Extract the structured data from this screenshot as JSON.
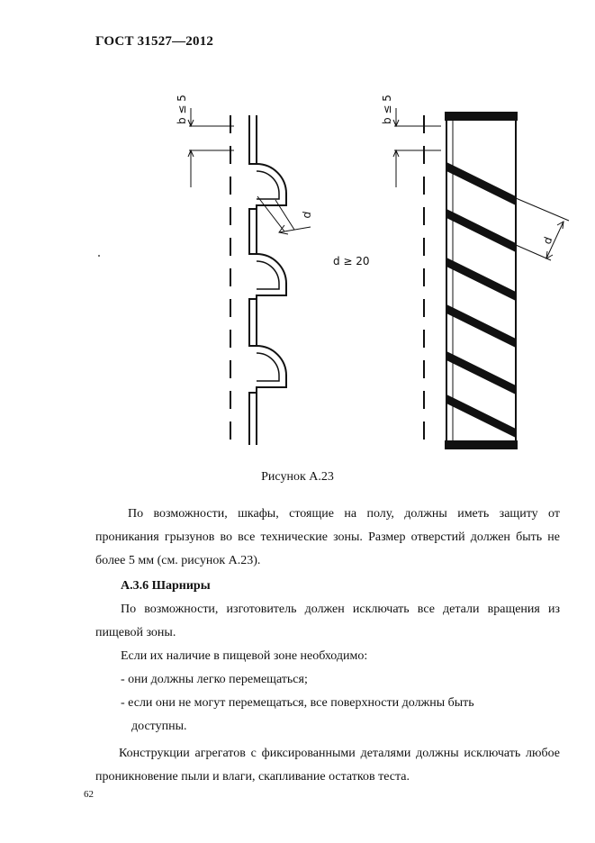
{
  "header": {
    "title": "ГОСТ 31527—2012"
  },
  "figure": {
    "label_b_left": "b ≤ 5",
    "label_b_right": "b ≤ 5",
    "label_d_left": "d",
    "label_d_mid": "d ≥ 20",
    "label_d_right": "d"
  },
  "caption": "Рисунок А.23",
  "body": {
    "p1": "По возможности, шкафы, стоящие на полу, должны иметь защиту от проникания грызунов во все технические зоны. Размер отверстий должен быть не более 5 мм (см. рисунок А.23).",
    "heading": "А.3.6 Шарниры",
    "p2": "По возможности, изготовитель должен исключать все детали вращения из пищевой зоны.",
    "line1": "Если их наличие в пищевой зоне необходимо:",
    "line2": "- они должны легко перемещаться;",
    "line3": "- если они не могут перемещаться, все поверхности должны быть",
    "line4": "доступны.",
    "p3": "Конструкции агрегатов с фиксированными деталями должны исключать любое проникновение пыли и влаги, скапливание остатков теста."
  },
  "page_number": "62"
}
